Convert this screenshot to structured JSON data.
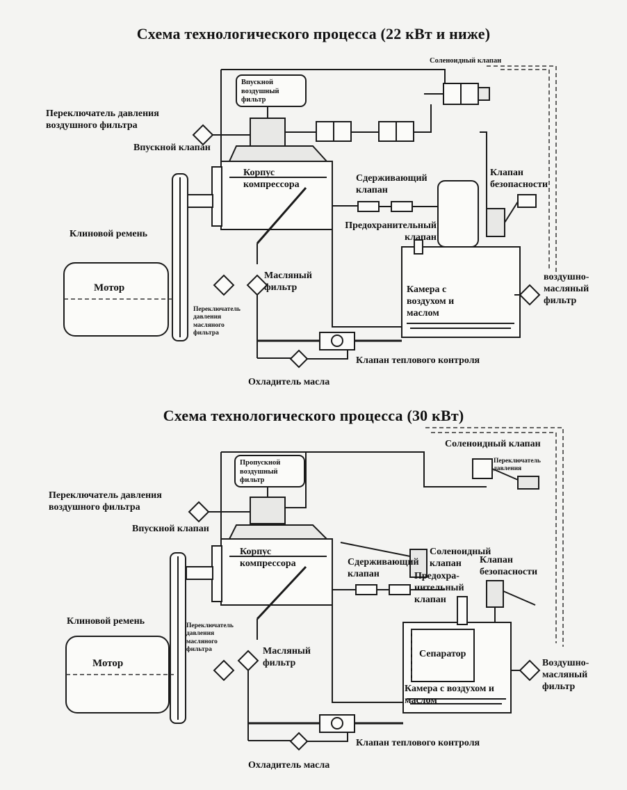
{
  "diagram1": {
    "title": "Схема технологического процесса (22 кВт и ниже)",
    "labels": {
      "solenoid_valve": "Соленоидный клапан",
      "intake_filter": "Впускной воздушный фильтр",
      "air_filter_switch": "Переключатель давления воздушного фильтра",
      "intake_valve": "Впускной клапан",
      "compressor_body": "Корпус компрессора",
      "check_valve": "Сдерживающий клапан",
      "safety_valve": "Клапан безопасности",
      "pressure_relief_valve": "Предохранительный клапан",
      "v_belt": "Клиновой ремень",
      "motor": "Мотор",
      "oil_filter": "Масляный фильтр",
      "oil_filter_switch": "Переключатель давления масляного фильтра",
      "air_oil_chamber": "Камера с воздухом и маслом",
      "air_oil_filter": "воздушно-масляный фильтр",
      "thermal_valve": "Клапан теплового контроля",
      "oil_cooler": "Охладитель масла"
    }
  },
  "diagram2": {
    "title": "Схема технологического процесса (30 кВт)",
    "labels": {
      "solenoid_valve_top": "Соленоидный клапан",
      "pressure_switch": "Переключатель давления",
      "intake_filter": "Пропускной воздушный фильтр",
      "air_filter_switch": "Переключатель давления воздушного фильтра",
      "intake_valve": "Впускной клапан",
      "solenoid_valve_mid": "Соленоидный клапан",
      "compressor_body": "Корпус компрессора",
      "check_valve": "Сдерживающий клапан",
      "safety_valve": "Клапан безопасности",
      "pressure_relief_valve": "Предохра-нительный клапан",
      "v_belt": "Клиновой ремень",
      "oil_filter_switch": "Переключатель давления масляного фильтра",
      "motor": "Мотор",
      "oil_filter": "Масляный фильтр",
      "separator": "Сепаратор",
      "air_oil_filter": "Воздушно-масляный фильтр",
      "air_oil_chamber": "Камера с воздухом и маслом",
      "thermal_valve": "Клапан теплового контроля",
      "oil_cooler": "Охладитель масла"
    }
  }
}
